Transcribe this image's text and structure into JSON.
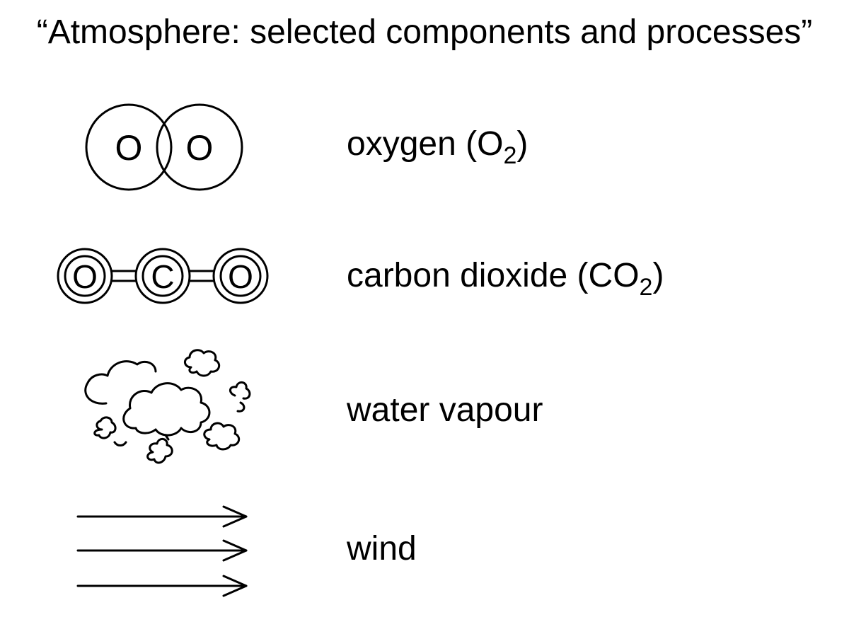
{
  "title": "“Atmosphere: selected components and processes”",
  "items": [
    {
      "icon": "oxygen-molecule-icon",
      "label": "oxygen (O",
      "subscript": "2",
      "suffix": ")",
      "atoms": [
        "O",
        "O"
      ]
    },
    {
      "icon": "carbon-dioxide-molecule-icon",
      "label": "carbon dioxide (CO",
      "subscript": "2",
      "suffix": ")",
      "atoms": [
        "O",
        "C",
        "O"
      ]
    },
    {
      "icon": "water-vapour-clouds-icon",
      "label": "water vapour"
    },
    {
      "icon": "wind-arrows-icon",
      "label": "wind"
    }
  ]
}
